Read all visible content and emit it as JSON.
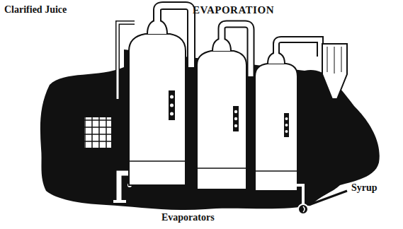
{
  "diagram": {
    "title": "EVAPORATION",
    "caption": "Evaporators",
    "labels": [
      "Clarified Juice",
      "Syrup"
    ]
  }
}
